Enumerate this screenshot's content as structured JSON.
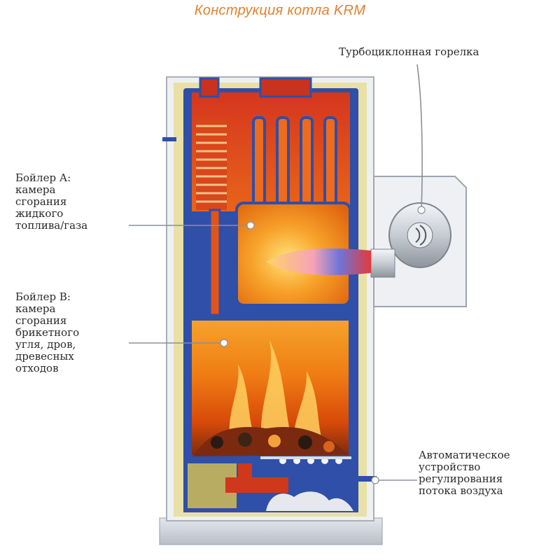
{
  "title": "Конструкция котла KRM",
  "labels": {
    "burner": "Турбоциклонная горелка",
    "boiler_a": "Бойлер А:\nкамера\nсгорания\nжидкого\nтоплива/газа",
    "boiler_b": "Бойлер В:\nкамера\nсгорания\nбрикетного\nугля, дров,\nдревесных\nотходов",
    "air_control": "Автоматическое\nустройство\nрегулирования\nпотока воздуха"
  },
  "colors": {
    "casing": "#2f4fa8",
    "insulation": "#e9e0a6",
    "fire": "#f28a1e",
    "title": "#e0822e"
  }
}
